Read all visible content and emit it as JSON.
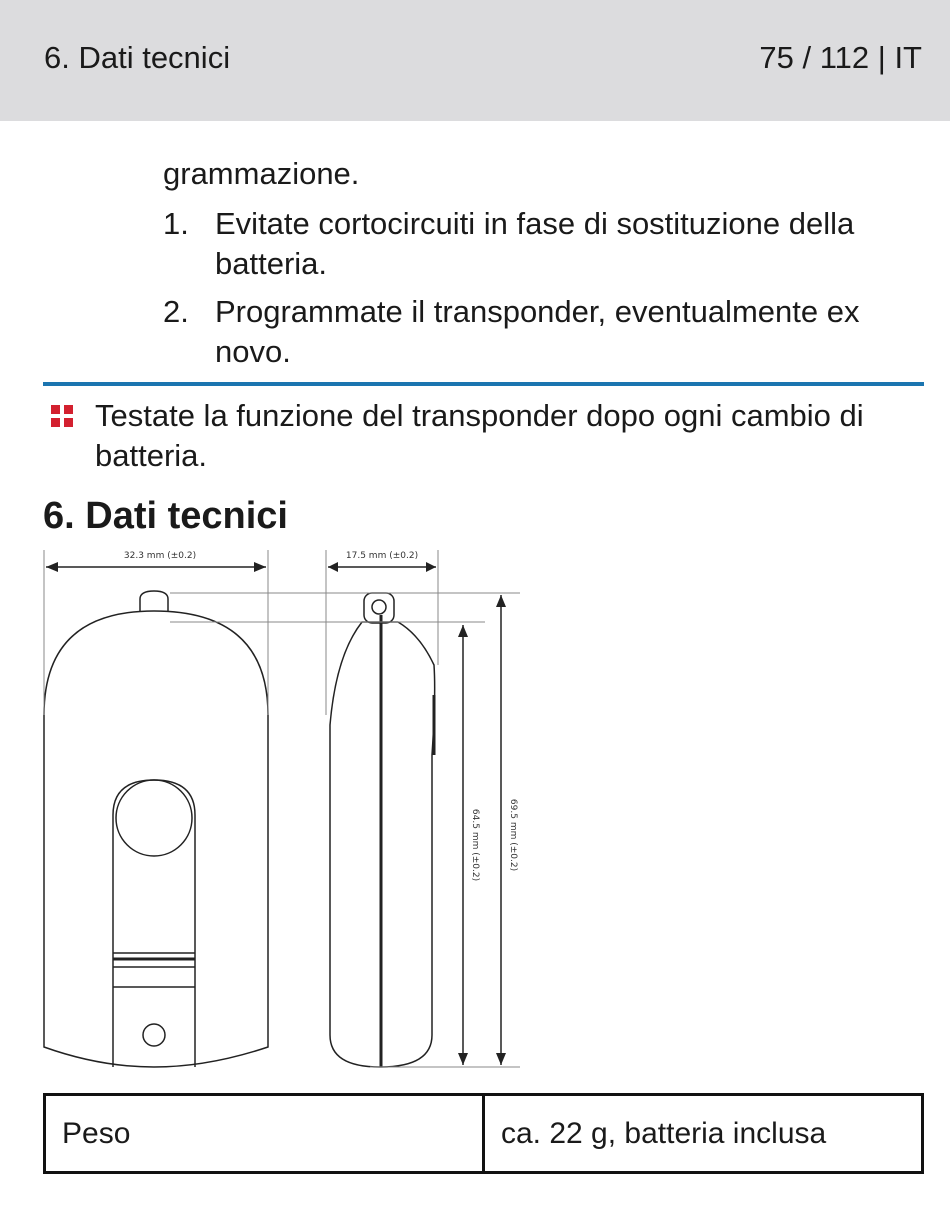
{
  "header": {
    "section": "6. Dati tecnici",
    "page": "75 / 112 | IT"
  },
  "body": {
    "continuation": "grammazione.",
    "steps": [
      {
        "num": "1.",
        "text": "Evitate cortocircuiti in fase di sostituzione della batteria."
      },
      {
        "num": "2.",
        "text": "Programmate il transponder, eventualmente ex novo."
      }
    ],
    "notice": "Testate la funzione del transponder dopo ogni cambio di batteria.",
    "heading": "6. Dati tecnici"
  },
  "drawing": {
    "width_label": "32.3 mm (±0.2)",
    "depth_label": "17.5 mm (±0.2)",
    "height_inner_label": "64.5 mm (±0.2)",
    "height_total_label": "69.5 mm (±0.2)"
  },
  "specs": {
    "rows": [
      {
        "label": "Peso",
        "value": "ca. 22 g, batteria inclusa"
      }
    ]
  },
  "colors": {
    "header_bg": "#dcdcde",
    "rule": "#1b75b0",
    "bullet": "#d3202f"
  }
}
